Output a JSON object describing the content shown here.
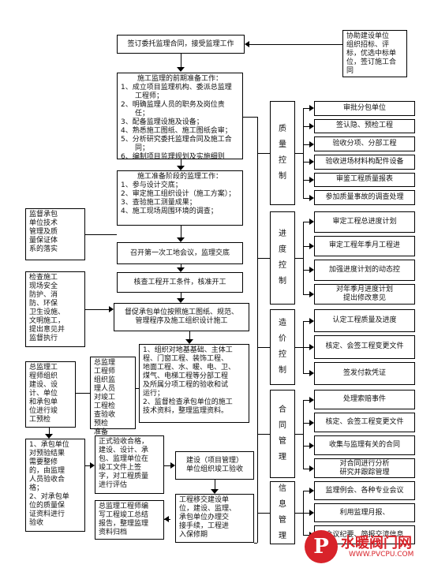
{
  "main_flow": {
    "step1": "签订委托监理合同，接受监理工作",
    "step2": {
      "title": "施工监理的前期准备工作：",
      "items": [
        "1、成立项目监理机构、委派总监理",
        "　　工程师；",
        "2、明确监理人员的职务及岗位责",
        "　　任；",
        "3、配备监理设施及设备；",
        "4、熟悉施工图纸、施工图纸会审；",
        "5、分析研究委托监理合同及施工合",
        "　　同；",
        "6、编制项目监理规划及实施细则"
      ]
    },
    "step3": {
      "title": "施工准备阶段的监理工作：",
      "items": [
        "1、参与设计交底；",
        "2、审定施工组织设计（施工方案）；",
        "3、查验施工测量成果；",
        "4、施工现场周围环境的调查；"
      ]
    },
    "step4": "召开第一次工地会议，监理交底",
    "step5": "核查工程开工条件，核准开工",
    "step6": [
      "督促承包单位按照施工图纸、规范、",
      "管理程序及施工组织设计施工"
    ],
    "step7": [
      "1、组织对地基基础、主体工",
      "程、门窗工程、装饰工程、",
      "地面工程、水、暖、电、卫、",
      "煤气、电梯工程等分部工程",
      "及所属分项工程的验收和试",
      "运行；",
      "2、监督检查承包单位的施工",
      "技术资料，整理监理资料。"
    ],
    "step8": [
      "建设（项目管理）",
      "单位组织竣工验收"
    ],
    "step9": [
      "工程移交建设单",
      "位，建设、监理、",
      "承包单位办理交",
      "接手续，工程进",
      "入保修期"
    ]
  },
  "left_flow": {
    "supervise_quality": [
      "监督承包",
      "单位技术",
      "管理及质",
      "量保证体",
      "系的落实"
    ],
    "check_safety": [
      "检查施工",
      "现场安全",
      "防护、消",
      "防、环保",
      "卫生设施、",
      "文明施工，",
      "提出意见并",
      "监督执行"
    ],
    "chief_org": [
      "总监理工",
      "程师组织",
      "建设、设",
      "计、单位",
      "和承包单",
      "位进行竣",
      "工预检"
    ],
    "chief_staff": [
      "总监理",
      "工程师",
      "组织监",
      "理人员",
      "对竣工",
      "工程检",
      "查验收",
      "预检",
      "准备"
    ],
    "rectify": [
      "1、承包单位",
      "对预验结果",
      "需要整修",
      "的，由监理",
      "人员验收合",
      "格；",
      "2、对承包单",
      "位的质量保",
      "证资料进行",
      "验收"
    ],
    "formal_accept": [
      "正式验收合格，",
      "建设、设计、承",
      "包、监理单位在",
      "竣工文件上签",
      "字，对工程质量",
      "进行评估"
    ],
    "final_report": [
      "总监理工程师编",
      "写工程竣工总结",
      "报告，整理监理",
      "资料归档"
    ]
  },
  "top_right_note": [
    "协助建设单位",
    "组织招标、评",
    "标，优选中标单",
    "位，签订施工合",
    "同"
  ],
  "controls": [
    {
      "label": [
        "质",
        "量",
        "控",
        "制"
      ],
      "items": [
        "审批分包单位",
        "签认隐、预检工程",
        "验收分项、分部工程",
        "验收进场材料构配件设备",
        "审鉴工程质量报表",
        "参加质量事故的调查处理"
      ]
    },
    {
      "label": [
        "进",
        "度",
        "控",
        "制"
      ],
      "items": [
        "审定工程总进度计划",
        "审定工程年季月工程进",
        "加强进度计划的动态控",
        "对年季月进度计划|提出修改意见"
      ]
    },
    {
      "label": [
        "造",
        "价",
        "控",
        "制"
      ],
      "items": [
        "认定工程质量及进度",
        "核定、会签工程变更文件",
        "签发付款凭证"
      ]
    },
    {
      "label": [
        "合",
        "同",
        "管",
        "理"
      ],
      "items": [
        "处理索赔事件",
        "核定、会签工程变更文件",
        "收集与监理有关的合同",
        "对合同进行分析|研究并跟踪管理"
      ]
    },
    {
      "label": [
        "信",
        "息",
        "管",
        "理"
      ],
      "items": [
        "监理例会、各种专业会议",
        "利用监理月报、",
        "会议纪要、简报交流信息"
      ]
    }
  ],
  "watermark": {
    "mark": "P",
    "title": "水暖阀门网",
    "url": "WWW.PVCPU.COM"
  }
}
